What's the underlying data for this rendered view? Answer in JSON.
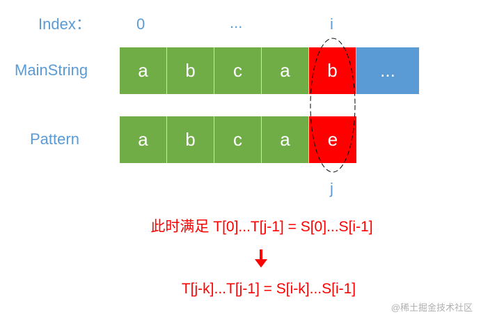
{
  "labels": {
    "index": "Index：",
    "main_string": "MainString",
    "pattern": "Pattern"
  },
  "index_marks": {
    "start": "0",
    "middle": "...",
    "i": "i",
    "j": "j"
  },
  "main_string": [
    "a",
    "b",
    "c",
    "a",
    "b",
    "..."
  ],
  "pattern": [
    "a",
    "b",
    "c",
    "a",
    "e"
  ],
  "formula_1": "此时满足 T[0]...T[j-1] = S[0]...S[i-1]",
  "formula_2": "T[j-k]...T[j-1] = S[i-k]...S[i-1]",
  "watermark": "@稀土掘金技术社区",
  "colors": {
    "match": "#70ad47",
    "mismatch": "#ff0000",
    "rest": "#5b9bd5",
    "label": "#5b9bd5",
    "formula": "#ff0000"
  }
}
